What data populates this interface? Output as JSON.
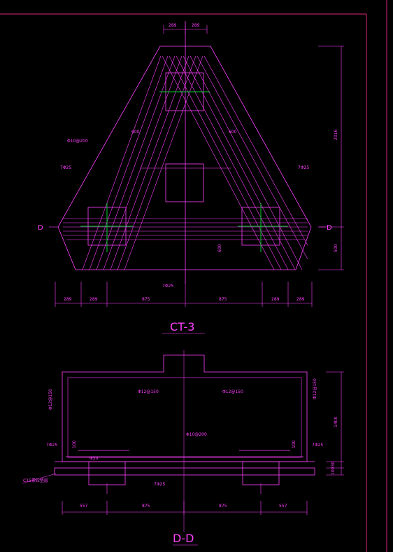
{
  "drawing": {
    "colors": {
      "background": "#000000",
      "line": "#ff40ff",
      "accent": "#00cc33",
      "frame": "#e0267a"
    },
    "plan": {
      "title": "CT-3",
      "section_marker": "D",
      "dims_top": [
        "289",
        "289"
      ],
      "dims_bottom": [
        "289",
        "289",
        "875",
        "875",
        "289",
        "289"
      ],
      "dims_right": [
        "2016",
        "500"
      ],
      "labels": {
        "stirrup": "Φ10@200",
        "left_bars": "7Φ25",
        "right_bars": "7Φ25",
        "bottom_bars": "7Φ25",
        "diag_left": "600",
        "diag_right": "600",
        "pile_offset": "600"
      }
    },
    "section": {
      "title": "D-D",
      "dims_bottom": [
        "557",
        "875",
        "875",
        "557"
      ],
      "dims_right": [
        "1400",
        "50",
        "100"
      ],
      "labels": {
        "cushion": "C15素砼垫层",
        "top_left_bars": "Φ12@150",
        "top_right_bars": "Φ12@150",
        "side_left_bars": "Φ12@150",
        "side_right_bars": "Φ12@150",
        "stirrup": "Φ10@200",
        "bottom_left": "7Φ25",
        "bottom_right": "7Φ25",
        "bottom_mid": "7Φ25",
        "pile_embed": "Φ50",
        "cover_left": "100",
        "cover_right": "100"
      }
    }
  }
}
